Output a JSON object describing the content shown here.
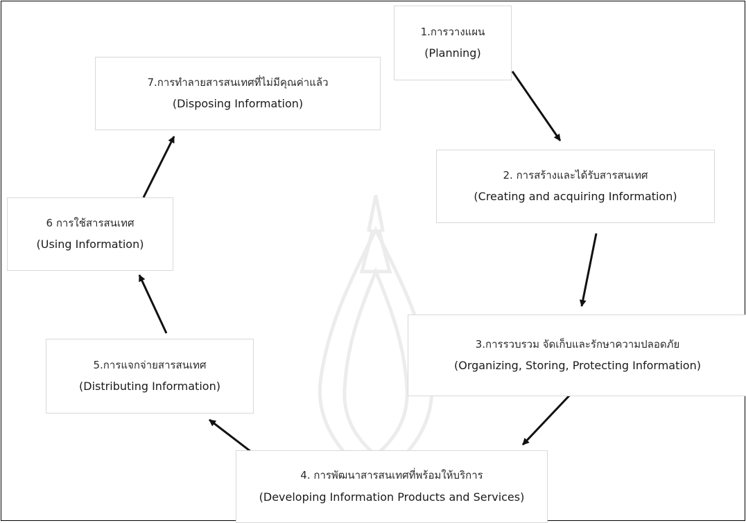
{
  "nodes": [
    {
      "th": "1.การวางแผน",
      "en": "(Planning)"
    },
    {
      "th": "2. การสร้างและได้รับสารสนเทศ",
      "en": "(Creating and acquiring Information)"
    },
    {
      "th": "3.การรวบรวม จัดเก็บและรักษาความปลอดภัย",
      "en": "(Organizing, Storing, Protecting Information)"
    },
    {
      "th": "4. การพัฒนาสารสนเทศที่พร้อมให้บริการ",
      "en": "(Developing Information Products and Services)"
    },
    {
      "th": "5.การแจกจ่ายสารสนเทศ",
      "en": "(Distributing Information)"
    },
    {
      "th": "6 การใช้สารสนเทศ",
      "en": "(Using Information)"
    },
    {
      "th": "7.การทำลายสารสนเทศที่ไม่มีคุณค่าแล้ว",
      "en": "(Disposing Information)"
    }
  ],
  "colors": {
    "arrow": "#111111",
    "box_border": "#d8d8d8",
    "watermark": "#ececec"
  }
}
